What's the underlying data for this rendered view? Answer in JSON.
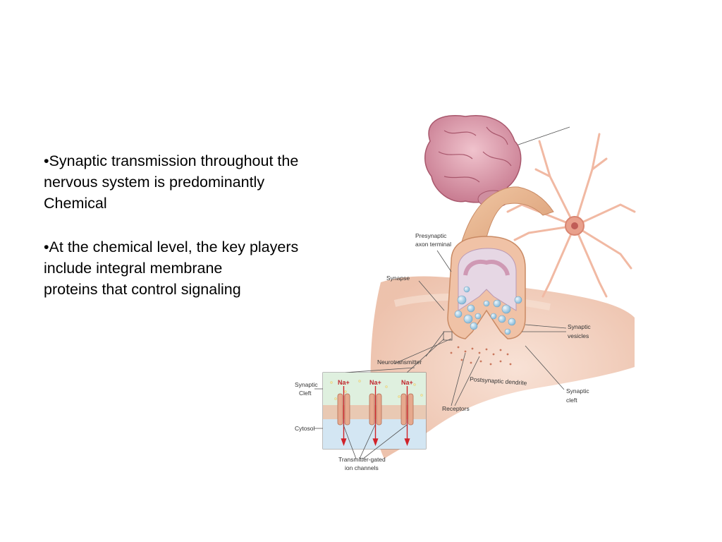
{
  "slide": {
    "bullets": [
      "•Synaptic transmission throughout the\nnervous system is predominantly\nChemical",
      "•At the chemical level, the key players\ninclude integral membrane\nproteins that control signaling"
    ]
  },
  "figure": {
    "labels": {
      "presynaptic": "Presynaptic\naxon terminal",
      "synapse": "Synapse",
      "synaptic_vesicles": "Synaptic\nvesicles",
      "neurotransmitter": "Neurotransmitter",
      "postsynaptic": "Postsynaptic dendrite",
      "synaptic_cleft_right": "Synaptic\ncleft",
      "synaptic_cleft_left": "Synaptic\nCleft",
      "receptors": "Receptors",
      "cytosol": "Cytosol",
      "ion_channels": "Transmitter-gated\nion channels",
      "ion": "Na+"
    },
    "colors": {
      "brain": "#e3a3b1",
      "dendrite": "#f2c9b4",
      "axon": "#e9b592",
      "vesicle": "#a9d2e8",
      "cleft_fill": "#d9ecda",
      "cytosol_fill": "#cfe4f1",
      "channel": "#e6a98e",
      "arrow": "#d0232a"
    }
  }
}
